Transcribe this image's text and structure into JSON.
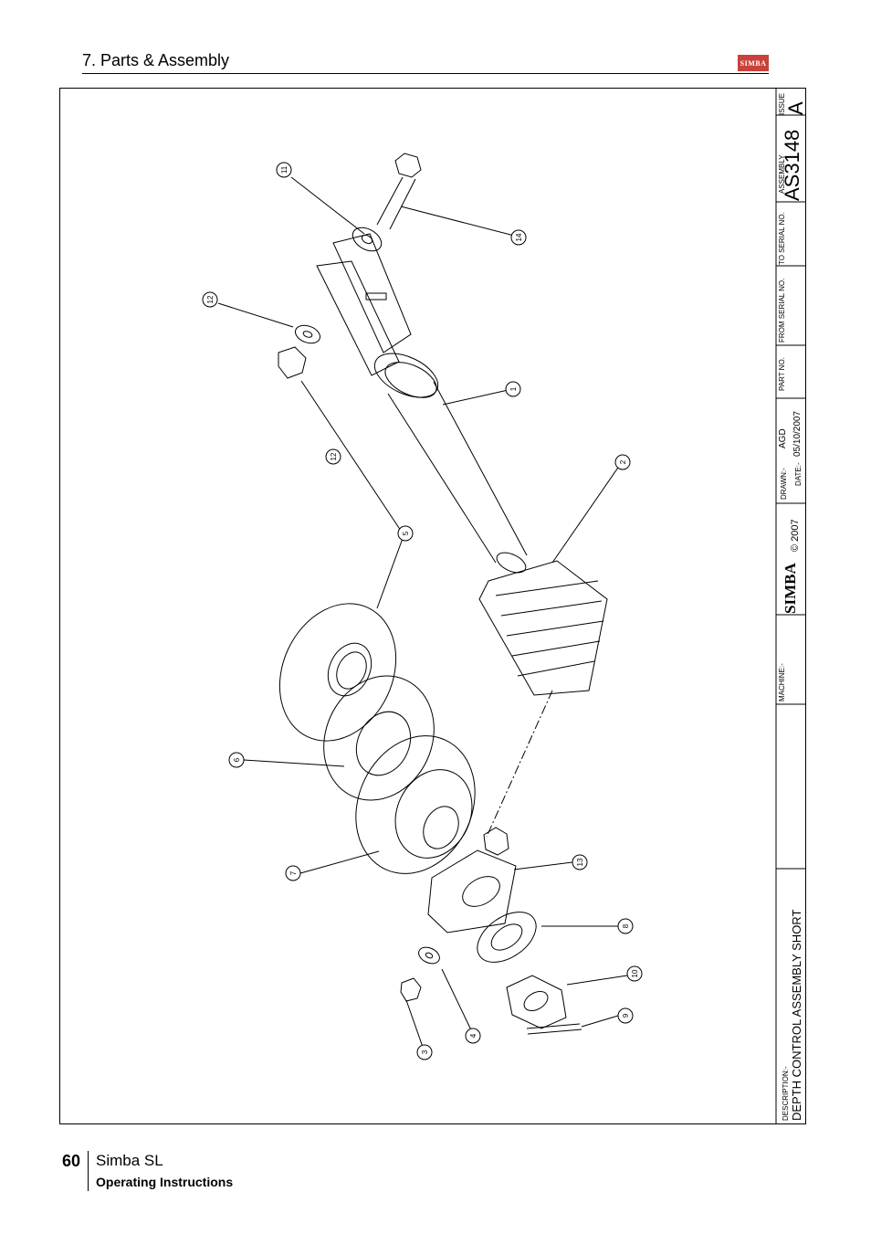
{
  "header": {
    "section": "7. Parts & Assembly",
    "logo_text": "SIMBA"
  },
  "title_block": {
    "issue_label": "ISSUE",
    "issue": "A",
    "assembly_label": "ASSEMBLY",
    "assembly_no": "AS3148",
    "to_serial_label": "TO SERIAL NO.",
    "from_serial_label": "FROM SERIAL NO.",
    "part_no_label": "PART NO.",
    "drawn_label": "DRAWN:-",
    "drawn": "AGD",
    "date_label": "DATE:-",
    "date": "05/10/2007",
    "brand": "SIMBA",
    "copyright": "© 2007",
    "machine_label": "MACHINE:-",
    "description_label": "DESCRIPTION:-",
    "description": "DEPTH CONTROL ASSEMBLY SHORT"
  },
  "balloons": [
    "1",
    "2",
    "3",
    "4",
    "5",
    "6",
    "7",
    "8",
    "9",
    "10",
    "11",
    "12",
    "12",
    "13",
    "14"
  ],
  "footer": {
    "page_number": "60",
    "product": "Simba SL",
    "doc_type": "Operating Instructions"
  }
}
